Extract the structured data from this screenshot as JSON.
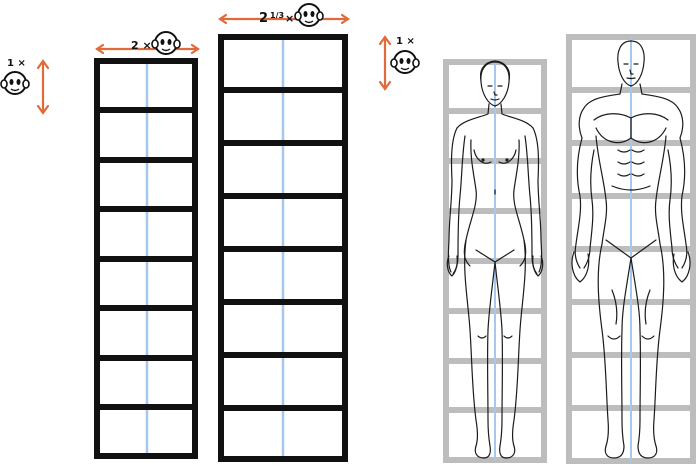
{
  "labels": {
    "head_unit": "1 ×",
    "narrow_width": "2 ×",
    "wide_width_whole": "2",
    "wide_width_frac": "1/3",
    "wide_width_x": "×",
    "head_unit_right": "1 ×"
  },
  "colors": {
    "accent": "#e06a3a",
    "frame_dark": "#111111",
    "frame_light": "#bdbdbd",
    "center_line": "#a6c8ec",
    "figure_line": "#1b1b1b"
  },
  "icons": [
    "head-icon",
    "arrow-icon"
  ],
  "structure": {
    "box_rows": 8,
    "box_1_width_heads": 2,
    "box_2_width_heads": "2 1/3"
  }
}
